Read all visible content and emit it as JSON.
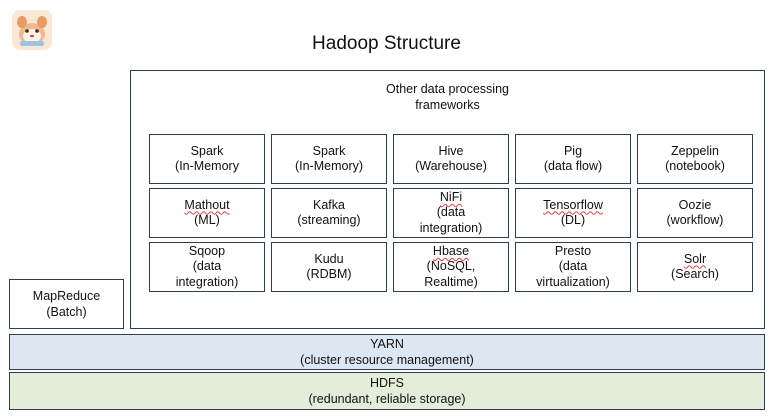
{
  "title": "Hadoop Structure",
  "colors": {
    "border": "#2f3e55",
    "yarn_fill": "#dde7f2",
    "hdfs_fill": "#e3edd9",
    "spellcheck_underline": "#e04040"
  },
  "logo": {
    "icon": "cartoon-animal-logo"
  },
  "frameworks": {
    "label": "Other data processing\nframeworks",
    "cells": [
      {
        "name": "Spark",
        "desc": "(In-Memory"
      },
      {
        "name": "Spark",
        "desc": "(In-Memory)"
      },
      {
        "name": "Hive",
        "desc": "(Warehouse)"
      },
      {
        "name": "Pig",
        "desc": "(data flow)"
      },
      {
        "name": "Zeppelin",
        "desc": "(notebook)"
      },
      {
        "name": "Mathout",
        "desc": "(ML)",
        "underline": true
      },
      {
        "name": "Kafka",
        "desc": "(streaming)"
      },
      {
        "name": "NiFi",
        "desc": "(data\nintegration)",
        "underline": true
      },
      {
        "name": "Tensorflow",
        "desc": "(DL)",
        "underline": true
      },
      {
        "name": "Oozie",
        "desc": "(workflow)"
      },
      {
        "name": "Sqoop",
        "desc": "(data\nintegration)"
      },
      {
        "name": "Kudu",
        "desc": "(RDBM)"
      },
      {
        "name": "Hbase",
        "desc": "(NoSQL,\nRealtime)",
        "underline": true
      },
      {
        "name": "Presto",
        "desc": "(data\nvirtualization)"
      },
      {
        "name": "Solr",
        "desc": "(Search)",
        "underline": true
      }
    ]
  },
  "mapreduce": {
    "name": "MapReduce",
    "desc": "(Batch)"
  },
  "yarn": {
    "name": "YARN",
    "desc": "(cluster resource management)"
  },
  "hdfs": {
    "name": "HDFS",
    "desc": "(redundant, reliable storage)"
  }
}
